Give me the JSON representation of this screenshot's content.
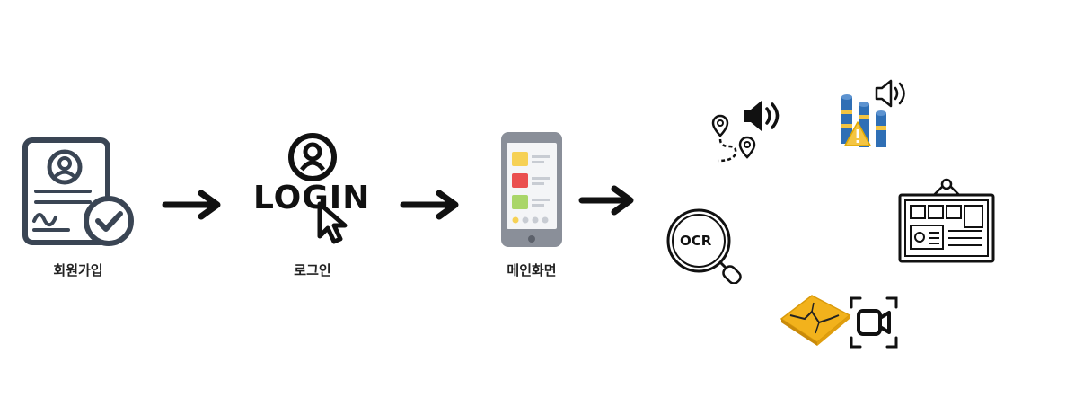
{
  "steps": [
    {
      "label": "회원가입",
      "icon": "signup-document-icon"
    },
    {
      "label": "로그인",
      "icon": "login-icon"
    },
    {
      "label": "메인화면",
      "icon": "mobile-screen-icon"
    }
  ],
  "login_icon_text": "LOGIN",
  "ocr_icon_text": "OCR",
  "feature_icons": [
    "location-route-icon",
    "speaker-icon",
    "database-warning-icon",
    "small-speaker-icon",
    "ocr-magnifier-icon",
    "bulletin-board-icon",
    "cracked-pavement-icon",
    "video-camera-icon"
  ],
  "colors": {
    "icon_dark": "#3a4554",
    "check": "#3a4554",
    "phone_body": "#8a8f99",
    "phone_screen": "#f4f5f7",
    "card_yellow": "#f6d155",
    "card_red": "#ea4f4f",
    "card_green": "#a9d669",
    "dot_yellow": "#f6d155",
    "cyl_blue": "#2f6fb5",
    "cyl_yellow": "#f4c542",
    "pavement": "#f2b21c"
  }
}
